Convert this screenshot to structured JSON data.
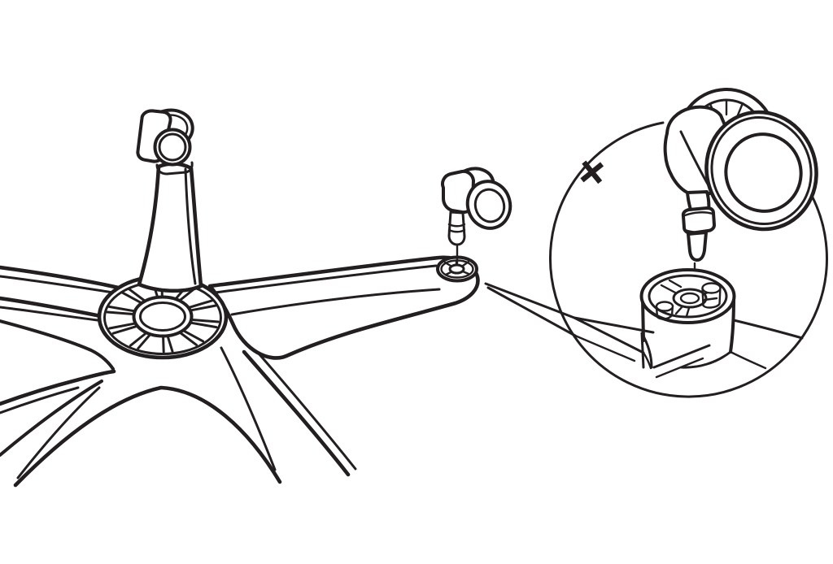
{
  "page": {
    "background": "#ffffff"
  },
  "diagram": {
    "kind": "assembly-instruction-line-art",
    "line_color": "#231f20",
    "main_view": {
      "parts": [
        "five-star-chair-base",
        "installed-caster",
        "loose-caster",
        "caster-socket"
      ]
    },
    "detail_view": {
      "mark": "×",
      "parts": [
        "magnifier-circle",
        "caster-double-wheel",
        "caster-stem",
        "socket-boss"
      ]
    }
  }
}
